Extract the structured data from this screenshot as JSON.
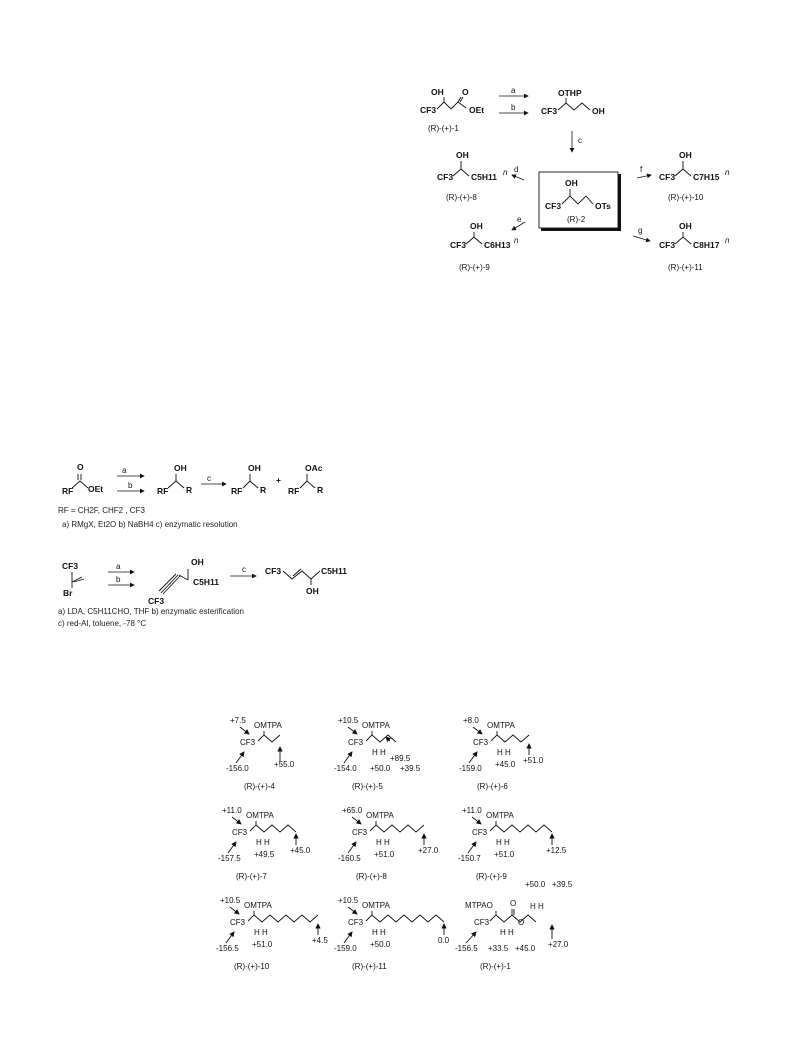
{
  "scheme1": {
    "reagents": [
      "a",
      "b",
      "c",
      "d",
      "e",
      "f",
      "g"
    ],
    "compounds": {
      "c1": "(R)-(+)-1",
      "c2": "(R)-2",
      "c8": "(R)-(+)-8",
      "c9": "(R)-(+)-9",
      "c10": "(R)-(+)-10",
      "c11": "(R)-(+)-11"
    },
    "atoms": {
      "oh": "OH",
      "o": "O",
      "oet": "OEt",
      "cf3": "CF3",
      "othp": "OTHP",
      "ots": "OTs",
      "c5": "C5H11",
      "c6": "C6H13",
      "c7": "C7H15",
      "c8": "C8H17",
      "n": "n"
    }
  },
  "scheme2": {
    "reagents": [
      "a",
      "b",
      "c"
    ],
    "atoms": {
      "o": "O",
      "oet": "OEt",
      "rf": "RF",
      "r": "R",
      "oh": "OH",
      "oac": "OAc",
      "plus": "+"
    },
    "line1": "RF = CH2F, CHF2 , CF3",
    "line2": "a) RMgX, Et2O  b) NaBH4  c) enzymatic resolution"
  },
  "scheme3": {
    "reagents": [
      "a",
      "b",
      "c"
    ],
    "atoms": {
      "cf3": "CF3",
      "br": "Br",
      "oh": "OH",
      "c5": "C5H11"
    },
    "line1": "a) LDA, C5H11CHO, THF  b) enzymatic esterification",
    "line2": "c) red-Al, toluene, -78 °C"
  },
  "nmr": {
    "omtpa": "OMTPA",
    "mtpao": "MTPAO",
    "cf3": "CF3",
    "hh": "H H",
    "o": "O",
    "entries": [
      {
        "label": "(R)-(+)-4",
        "v": [
          "+7.5",
          "-156.0",
          "+55.0"
        ]
      },
      {
        "label": "(R)-(+)-5",
        "v": [
          "+10.5",
          "-154.0",
          "+89.5",
          "+50.0",
          "+39.5"
        ]
      },
      {
        "label": "(R)-(+)-6",
        "v": [
          "+8.0",
          "-159.0",
          "+45.0",
          "+51.0"
        ]
      },
      {
        "label": "(R)-(+)-7",
        "v": [
          "+11.0",
          "-157.5",
          "+49.5",
          "+45.0"
        ]
      },
      {
        "label": "(R)-(+)-8",
        "v": [
          "+65.0",
          "-160.5",
          "+51.0",
          "+27.0"
        ]
      },
      {
        "label": "(R)-(+)-9",
        "v": [
          "+11.0",
          "-150.7",
          "+51.0",
          "+12.5"
        ]
      },
      {
        "label": "(R)-(+)-10",
        "v": [
          "+10.5",
          "-156.5",
          "+51.0",
          "+4.5"
        ]
      },
      {
        "label": "(R)-(+)-11",
        "v": [
          "+10.5",
          "-159.0",
          "+50.0",
          "0.0"
        ]
      },
      {
        "label": "(R)-(+)-1",
        "v": [
          "+50.0",
          "+39.5",
          "-156.5",
          "+33.5",
          "+45.0",
          "+27.0"
        ]
      }
    ]
  }
}
